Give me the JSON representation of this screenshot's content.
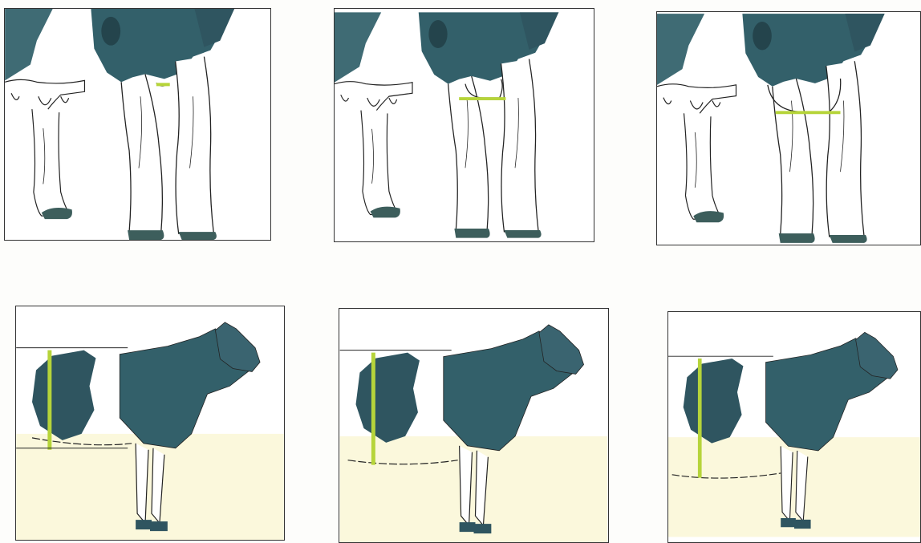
{
  "colors": {
    "hide_dark": "#2f5560",
    "hide_mid": "#3f6b74",
    "measure_line": "#b6d43a",
    "outline": "#222222",
    "ground_tint": "#fbf8dc",
    "hoof": "#3d5e5c"
  },
  "rear_view_panels": [
    {
      "udder_depth": "shallow"
    },
    {
      "udder_depth": "intermediate"
    },
    {
      "udder_depth": "deep"
    }
  ],
  "side_view_panels": [
    {
      "udder_depth": "shallow"
    },
    {
      "udder_depth": "intermediate"
    },
    {
      "udder_depth": "deep"
    }
  ]
}
